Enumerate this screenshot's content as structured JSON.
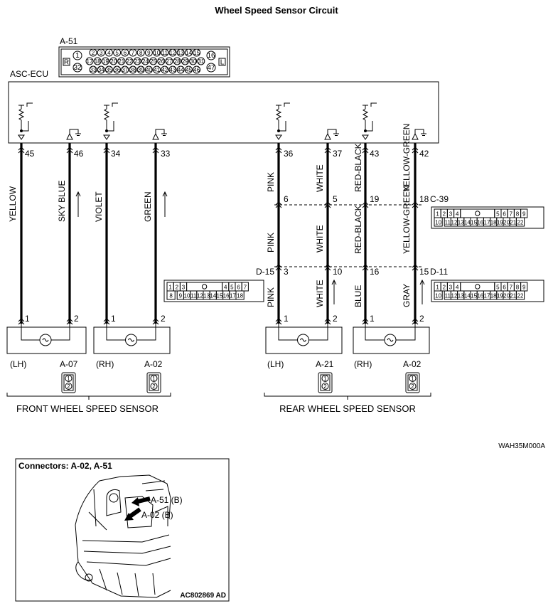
{
  "title": "Wheel Speed Sensor Circuit",
  "ecu": {
    "label": "ASC-ECU",
    "connector_id": "A-51"
  },
  "a51_connector": {
    "r": "R",
    "l": "L",
    "left_pins": [
      "1",
      "32"
    ],
    "right_pins": [
      "16",
      "47"
    ],
    "row1": [
      "2",
      "3",
      "4",
      "5",
      "6",
      "7",
      "8",
      "9",
      "10",
      "11",
      "12",
      "13",
      "14",
      "15"
    ],
    "row2": [
      "17",
      "18",
      "19",
      "20",
      "21",
      "22",
      "23",
      "24",
      "25",
      "26",
      "27",
      "28",
      "29",
      "30",
      "31"
    ],
    "row3": [
      "33",
      "34",
      "35",
      "36",
      "37",
      "38",
      "39",
      "40",
      "41",
      "42",
      "43",
      "44",
      "45",
      "46"
    ]
  },
  "wires": [
    {
      "ecu_pin": "45",
      "color": "YELLOW",
      "sensor_pin": "1"
    },
    {
      "ecu_pin": "46",
      "color": "SKY BLUE",
      "sensor_pin": "2"
    },
    {
      "ecu_pin": "34",
      "color": "VIOLET",
      "sensor_pin": "1"
    },
    {
      "ecu_pin": "33",
      "color": "GREEN",
      "sensor_pin": "2"
    },
    {
      "ecu_pin": "36",
      "color_top": "PINK",
      "c39_pin": "6",
      "color_mid": "PINK",
      "d15_pin": "3",
      "color_bottom": "PINK",
      "sensor_pin": "1"
    },
    {
      "ecu_pin": "37",
      "color_top": "WHITE",
      "c39_pin": "5",
      "color_mid": "WHITE",
      "d15_pin": "10",
      "color_bottom": "WHITE",
      "sensor_pin": "2"
    },
    {
      "ecu_pin": "43",
      "color_top": "RED-BLACK",
      "c39_pin": "19",
      "color_mid": "RED-BLACK",
      "d11_pin": "16",
      "color_bottom": "BLUE",
      "sensor_pin": "1"
    },
    {
      "ecu_pin": "42",
      "color_top": "YELLOW-GREEN",
      "c39_pin": "18",
      "color_mid": "YELLOW-GREEN",
      "d11_pin": "15",
      "color_bottom": "GRAY",
      "sensor_pin": "2"
    }
  ],
  "connectors": {
    "c39": {
      "id": "C-39",
      "top": [
        "1",
        "2",
        "3",
        "4",
        "5",
        "6",
        "7",
        "8",
        "9"
      ],
      "bottom": [
        "10",
        "11",
        "12",
        "13",
        "14",
        "15",
        "16",
        "17",
        "18",
        "19",
        "20",
        "21",
        "22"
      ]
    },
    "d15": {
      "id": "D-15",
      "top": [
        "1",
        "2",
        "3",
        "4",
        "5",
        "6",
        "7"
      ],
      "bottom": [
        "8",
        "9",
        "10",
        "11",
        "12",
        "13",
        "14",
        "15",
        "16",
        "17",
        "18"
      ]
    },
    "d11": {
      "id": "D-11",
      "top": [
        "1",
        "2",
        "3",
        "4",
        "5",
        "6",
        "7",
        "8",
        "9"
      ],
      "bottom": [
        "10",
        "11",
        "12",
        "13",
        "14",
        "15",
        "16",
        "17",
        "18",
        "19",
        "20",
        "21",
        "22"
      ]
    }
  },
  "sensors": [
    {
      "side": "(LH)",
      "connector": "A-07"
    },
    {
      "side": "(RH)",
      "connector": "A-02"
    },
    {
      "side": "(LH)",
      "connector": "A-21"
    },
    {
      "side": "(RH)",
      "connector": "A-02"
    }
  ],
  "small_connector_pins": [
    "1",
    "2"
  ],
  "groups": {
    "front": "FRONT WHEEL SPEED SENSOR",
    "rear": "REAR WHEEL SPEED SENSOR"
  },
  "figure_code": "WAH35M000A",
  "inset": {
    "title": "Connectors: A-02, A-51",
    "callout_a51": "A-51 (B)",
    "callout_a02": "A-02 (B)",
    "code": "AC802869 AD"
  }
}
